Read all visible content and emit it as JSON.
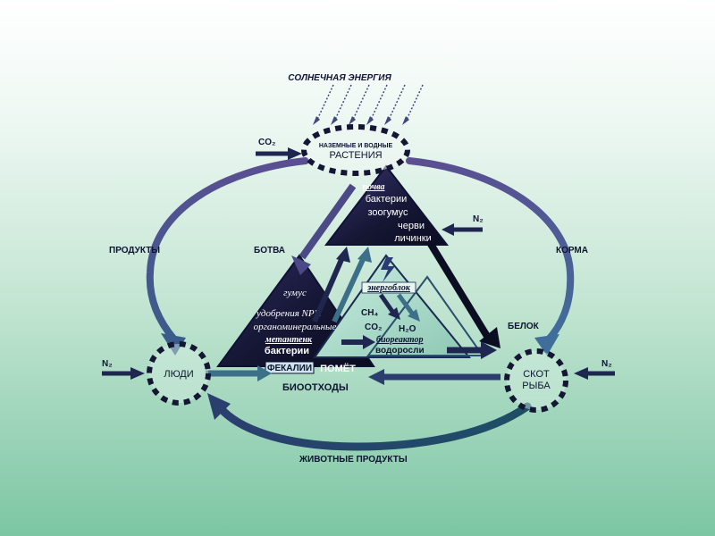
{
  "labels": {
    "solar_energy": "СОЛНЕЧНАЯ ЭНЕРГИЯ",
    "co2_left": "CO₂",
    "products": "ПРОДУКТЫ",
    "tops": "БОТВА",
    "feed": "КОРМА",
    "protein": "БЕЛОК",
    "n2_top": "N₂",
    "n2_left": "N₂",
    "n2_right": "N₂",
    "bio_waste": "БИООТХОДЫ",
    "animal_products": "ЖИВОТНЫЕ ПРОДУКТЫ"
  },
  "nodes": {
    "plants": {
      "line1": "НАЗЕМНЫЕ И ВОДНЫЕ",
      "line2": "РАСТЕНИЯ"
    },
    "people": {
      "label": "ЛЮДИ"
    },
    "livestock": {
      "line1": "СКОТ",
      "line2": "РЫБА"
    }
  },
  "soil_triangle": {
    "line1": "почва",
    "line2": "бактерии",
    "line3": "зоогумус",
    "line4": "черви",
    "line5": "личинки"
  },
  "fertilizer_triangle": {
    "line1": "гумус",
    "line2": "удобрения NPK",
    "line3": "органоминеральные",
    "line4": "метантенк",
    "line5": "бактерии",
    "feces": "ФЕКАЛИИ",
    "manure": "ПОМЁТ"
  },
  "energy_block": {
    "label": "энергоблок",
    "ch4": "CH₄",
    "co2": "CO₂",
    "h2o": "H₂O",
    "bioreactor": "биореактор",
    "algae": "водоросли"
  },
  "colors": {
    "dark_navy": "#161a3e",
    "arrow_dark": "#1f2650",
    "arrow_purple": "#4c4a86",
    "arrow_teal": "#3c6f88",
    "energy_fill": "#a9d8c8"
  }
}
